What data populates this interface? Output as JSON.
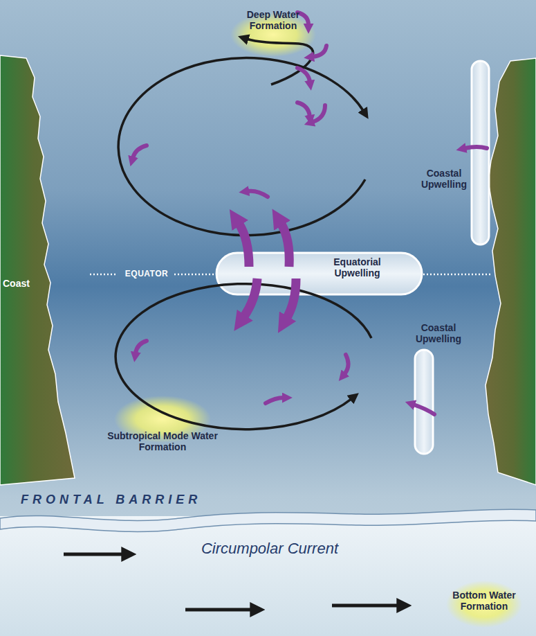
{
  "diagram": {
    "nodes": [
      {
        "text": [
          "Deep Water Formation"
        ]
      },
      {
        "text": [
          "Coastal Upwelling"
        ]
      },
      {
        "text": [
          "Coast"
        ]
      },
      {
        "text": [
          "Equatorial Upwelling"
        ]
      },
      {
        "text": [
          "Coastal Upwelling"
        ]
      },
      {
        "text": [
          "Subtropical Mode Water Formation"
        ]
      },
      {
        "text": [
          "FRONTAL BARRIER"
        ]
      },
      {
        "text": [
          "Bottom Water Formation"
        ]
      }
    ],
    "labels": [
      "EQUATOR",
      "Circumpolar Current"
    ]
  }
}
